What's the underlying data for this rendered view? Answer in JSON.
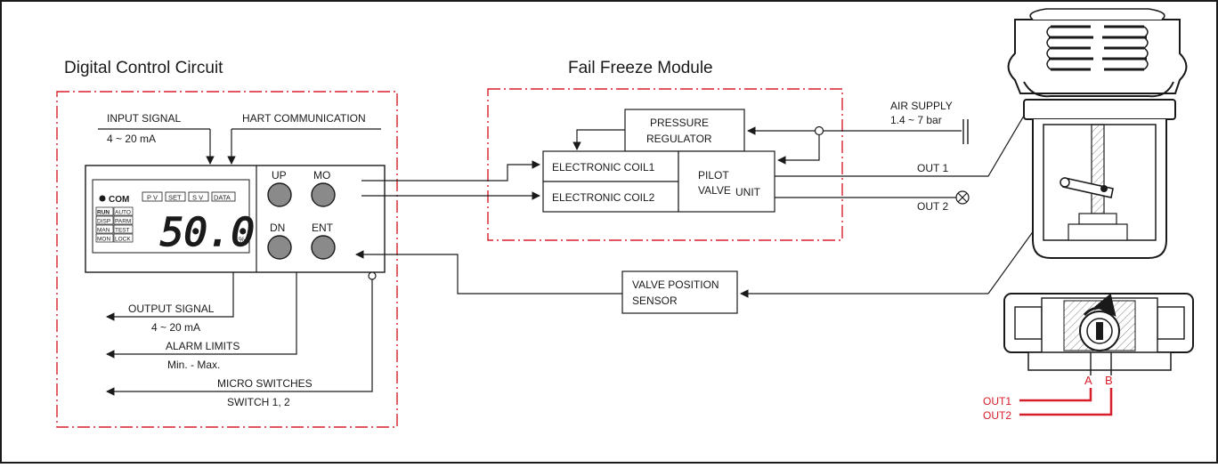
{
  "titles": {
    "digital": "Digital Control Circuit",
    "fail_freeze": "Fail Freeze Module"
  },
  "inputs": {
    "input_signal": "INPUT SIGNAL",
    "input_range": "4 ~ 20 mA",
    "hart": "HART COMMUNICATION"
  },
  "display": {
    "com": "COM",
    "top_tags": [
      "P V",
      "SET",
      "S V",
      "DATA"
    ],
    "modes": [
      [
        "RUN",
        "AUTO"
      ],
      [
        "DISP",
        "PARM"
      ],
      [
        "MAN",
        "TEST"
      ],
      [
        "MON",
        "LOCK"
      ]
    ],
    "value": "50.0",
    "unit": "%"
  },
  "keys": {
    "up": "UP",
    "mo": "MO",
    "dn": "DN",
    "ent": "ENT"
  },
  "outputs": {
    "output_signal": "OUTPUT SIGNAL",
    "output_range": "4 ~ 20 mA",
    "alarm": "ALARM LIMITS",
    "alarm_range": "Min. - Max.",
    "micro": "MICRO SWITCHES",
    "micro_sw": "SWITCH 1, 2"
  },
  "module": {
    "pressure1": "PRESSURE",
    "pressure2": "REGULATOR",
    "coil1": "ELECTRONIC COIL1",
    "coil2": "ELECTRONIC COIL2",
    "pilot1": "PILOT",
    "pilot2": "VALVE",
    "pilot3": "UNIT"
  },
  "air": {
    "line1": "AIR SUPPLY",
    "line2": "1.4 ~ 7 bar"
  },
  "ports": {
    "out1": "OUT 1",
    "out2": "OUT 2"
  },
  "sensor": {
    "line1": "VALVE POSITION",
    "line2": "SENSOR"
  },
  "bottom_right": {
    "a": "A",
    "b": "B",
    "out1": "OUT1",
    "out2": "OUT2"
  },
  "colors": {
    "accent_red": "#d81e2a",
    "button_gray": "#8a8a8a"
  }
}
